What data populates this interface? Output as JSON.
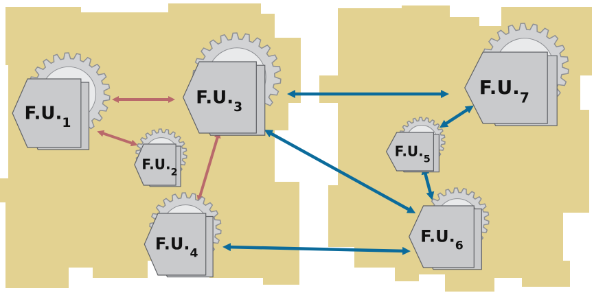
{
  "colors": {
    "region_fill": "#e3d291",
    "gear_fill": "#d2d3d5",
    "gear_stroke": "#8d8f93",
    "gear_hub": "#e9eaeb",
    "hex_fill": "#c9cacc",
    "hex_stroke": "#5f6165",
    "label_text": "#111111",
    "link_local": "#b9696b",
    "link_remote": "#0b6b9b"
  },
  "units": [
    {
      "id": "fu1",
      "label": "F.U.",
      "index": "1"
    },
    {
      "id": "fu2",
      "label": "F.U.",
      "index": "2"
    },
    {
      "id": "fu3",
      "label": "F.U.",
      "index": "3"
    },
    {
      "id": "fu4",
      "label": "F.U.",
      "index": "4"
    },
    {
      "id": "fu5",
      "label": "F.U.",
      "index": "5"
    },
    {
      "id": "fu6",
      "label": "F.U.",
      "index": "6"
    },
    {
      "id": "fu7",
      "label": "F.U.",
      "index": "7"
    }
  ],
  "links": [
    {
      "from": "fu1",
      "to": "fu3",
      "kind": "local"
    },
    {
      "from": "fu1",
      "to": "fu2",
      "kind": "local"
    },
    {
      "from": "fu3",
      "to": "fu4",
      "kind": "local"
    },
    {
      "from": "fu3",
      "to": "fu7",
      "kind": "remote"
    },
    {
      "from": "fu3",
      "to": "fu6",
      "kind": "remote"
    },
    {
      "from": "fu4",
      "to": "fu6",
      "kind": "remote"
    },
    {
      "from": "fu7",
      "to": "fu5",
      "kind": "remote"
    },
    {
      "from": "fu5",
      "to": "fu6",
      "kind": "remote"
    }
  ]
}
